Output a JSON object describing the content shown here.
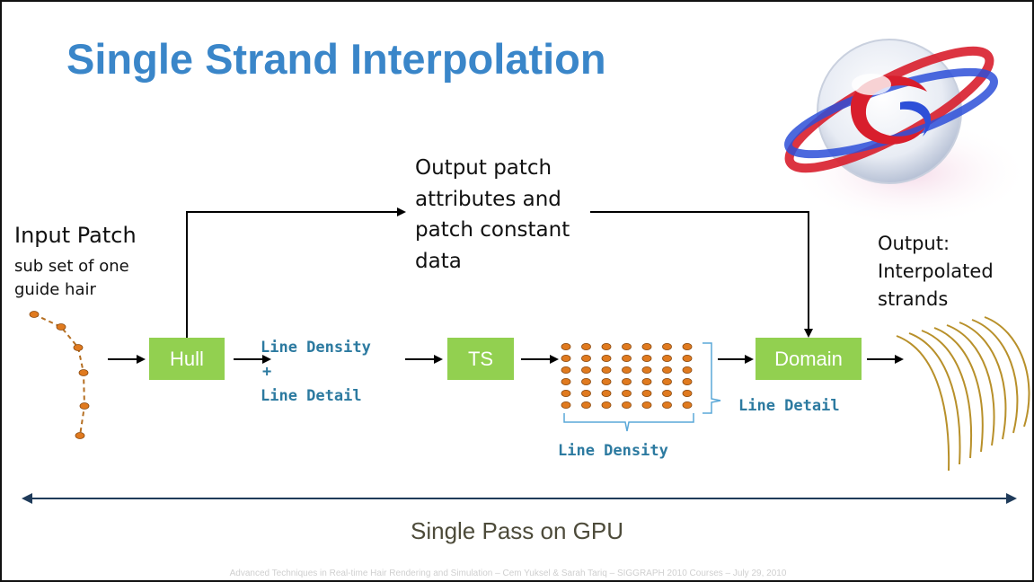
{
  "title": "Single Strand Interpolation",
  "input_patch": {
    "title": "Input Patch",
    "subtitle": "sub set of one guide hair"
  },
  "output_patch": "Output patch attributes and patch constant data",
  "boxes": {
    "hull": "Hull",
    "ts": "TS",
    "domain": "Domain"
  },
  "hull_output": {
    "line1": "Line Density",
    "plus": "+",
    "line2": "Line Detail"
  },
  "grid_labels": {
    "detail": "Line Detail",
    "density": "Line Density"
  },
  "output": "Output: Interpolated strands",
  "pass_label": "Single Pass on GPU",
  "footer": "Advanced Techniques in Real-time Hair Rendering and Simulation – Cem Yuksel & Sarah Tariq – SIGGRAPH 2010 Courses – July 29, 2010",
  "colors": {
    "title": "#3a86c9",
    "box_fill": "#92d050",
    "mono_text": "#2c7aa0",
    "dot_fill": "#e07a1f",
    "dot_edge": "#8a4a10",
    "strand": "#b8902a",
    "bracket": "#5aa8d8",
    "arrow": "#000000",
    "axis": "#1f3b5a"
  },
  "logo_icon": "siggraph-swirl-logo"
}
